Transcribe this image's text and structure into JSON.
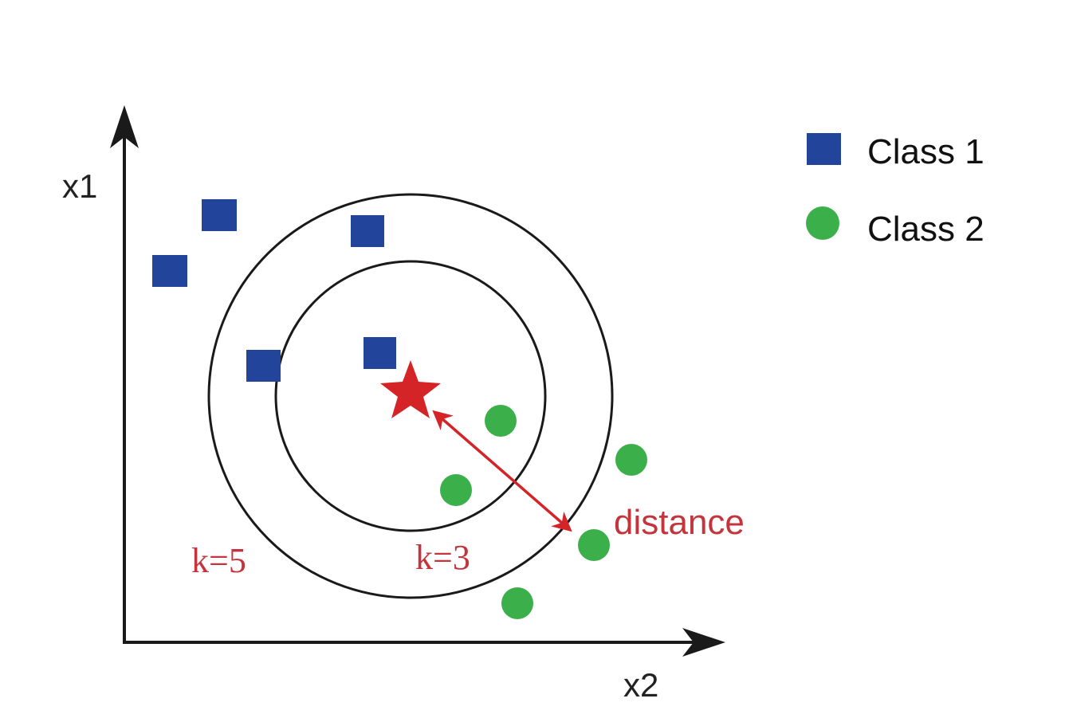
{
  "axes": {
    "y_label": "x1",
    "x_label": "x2"
  },
  "legend": {
    "class1_label": "Class 1",
    "class2_label": "Class 2"
  },
  "annotations": {
    "k5_label": "k=5",
    "k3_label": "k=3",
    "distance_label": "distance"
  },
  "colors": {
    "class1": "#22449a",
    "class2": "#3bb04a",
    "query": "#d42428",
    "annotation": "#c4343c",
    "axis": "#1a1a1a"
  },
  "icons": {
    "class1_marker": "square-icon",
    "class2_marker": "circle-icon",
    "query_marker": "star-icon"
  }
}
